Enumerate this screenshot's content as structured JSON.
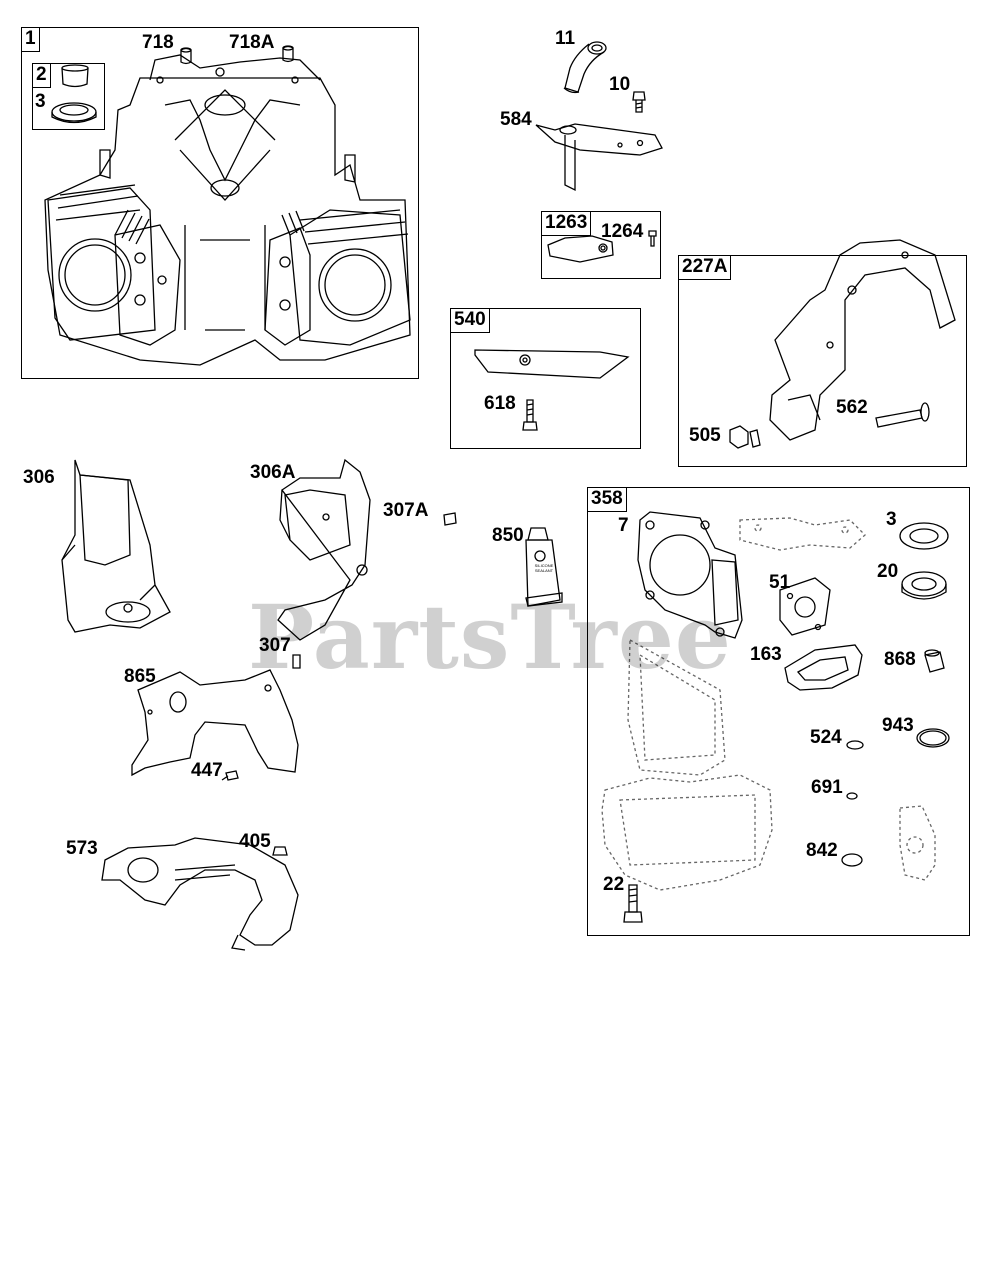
{
  "watermark": "PartsTree",
  "groups": {
    "g1": "1",
    "g2": "2",
    "g540": "540",
    "g1263": "1263",
    "g227A": "227A",
    "g358": "358"
  },
  "labels": {
    "p718": "718",
    "p718A": "718A",
    "p3a": "3",
    "p11": "11",
    "p10": "10",
    "p584": "584",
    "p1264": "1264",
    "p618": "618",
    "p505": "505",
    "p562": "562",
    "p306": "306",
    "p306A": "306A",
    "p307A": "307A",
    "p307": "307",
    "p850": "850",
    "p865": "865",
    "p447": "447",
    "p573": "573",
    "p405": "405",
    "p7": "7",
    "p3b": "3",
    "p20": "20",
    "p51": "51",
    "p163": "163",
    "p868": "868",
    "p524": "524",
    "p943": "943",
    "p691": "691",
    "p842": "842",
    "p22": "22"
  },
  "tube_text": {
    "line1": "SILICONE",
    "line2": "SEALANT"
  }
}
